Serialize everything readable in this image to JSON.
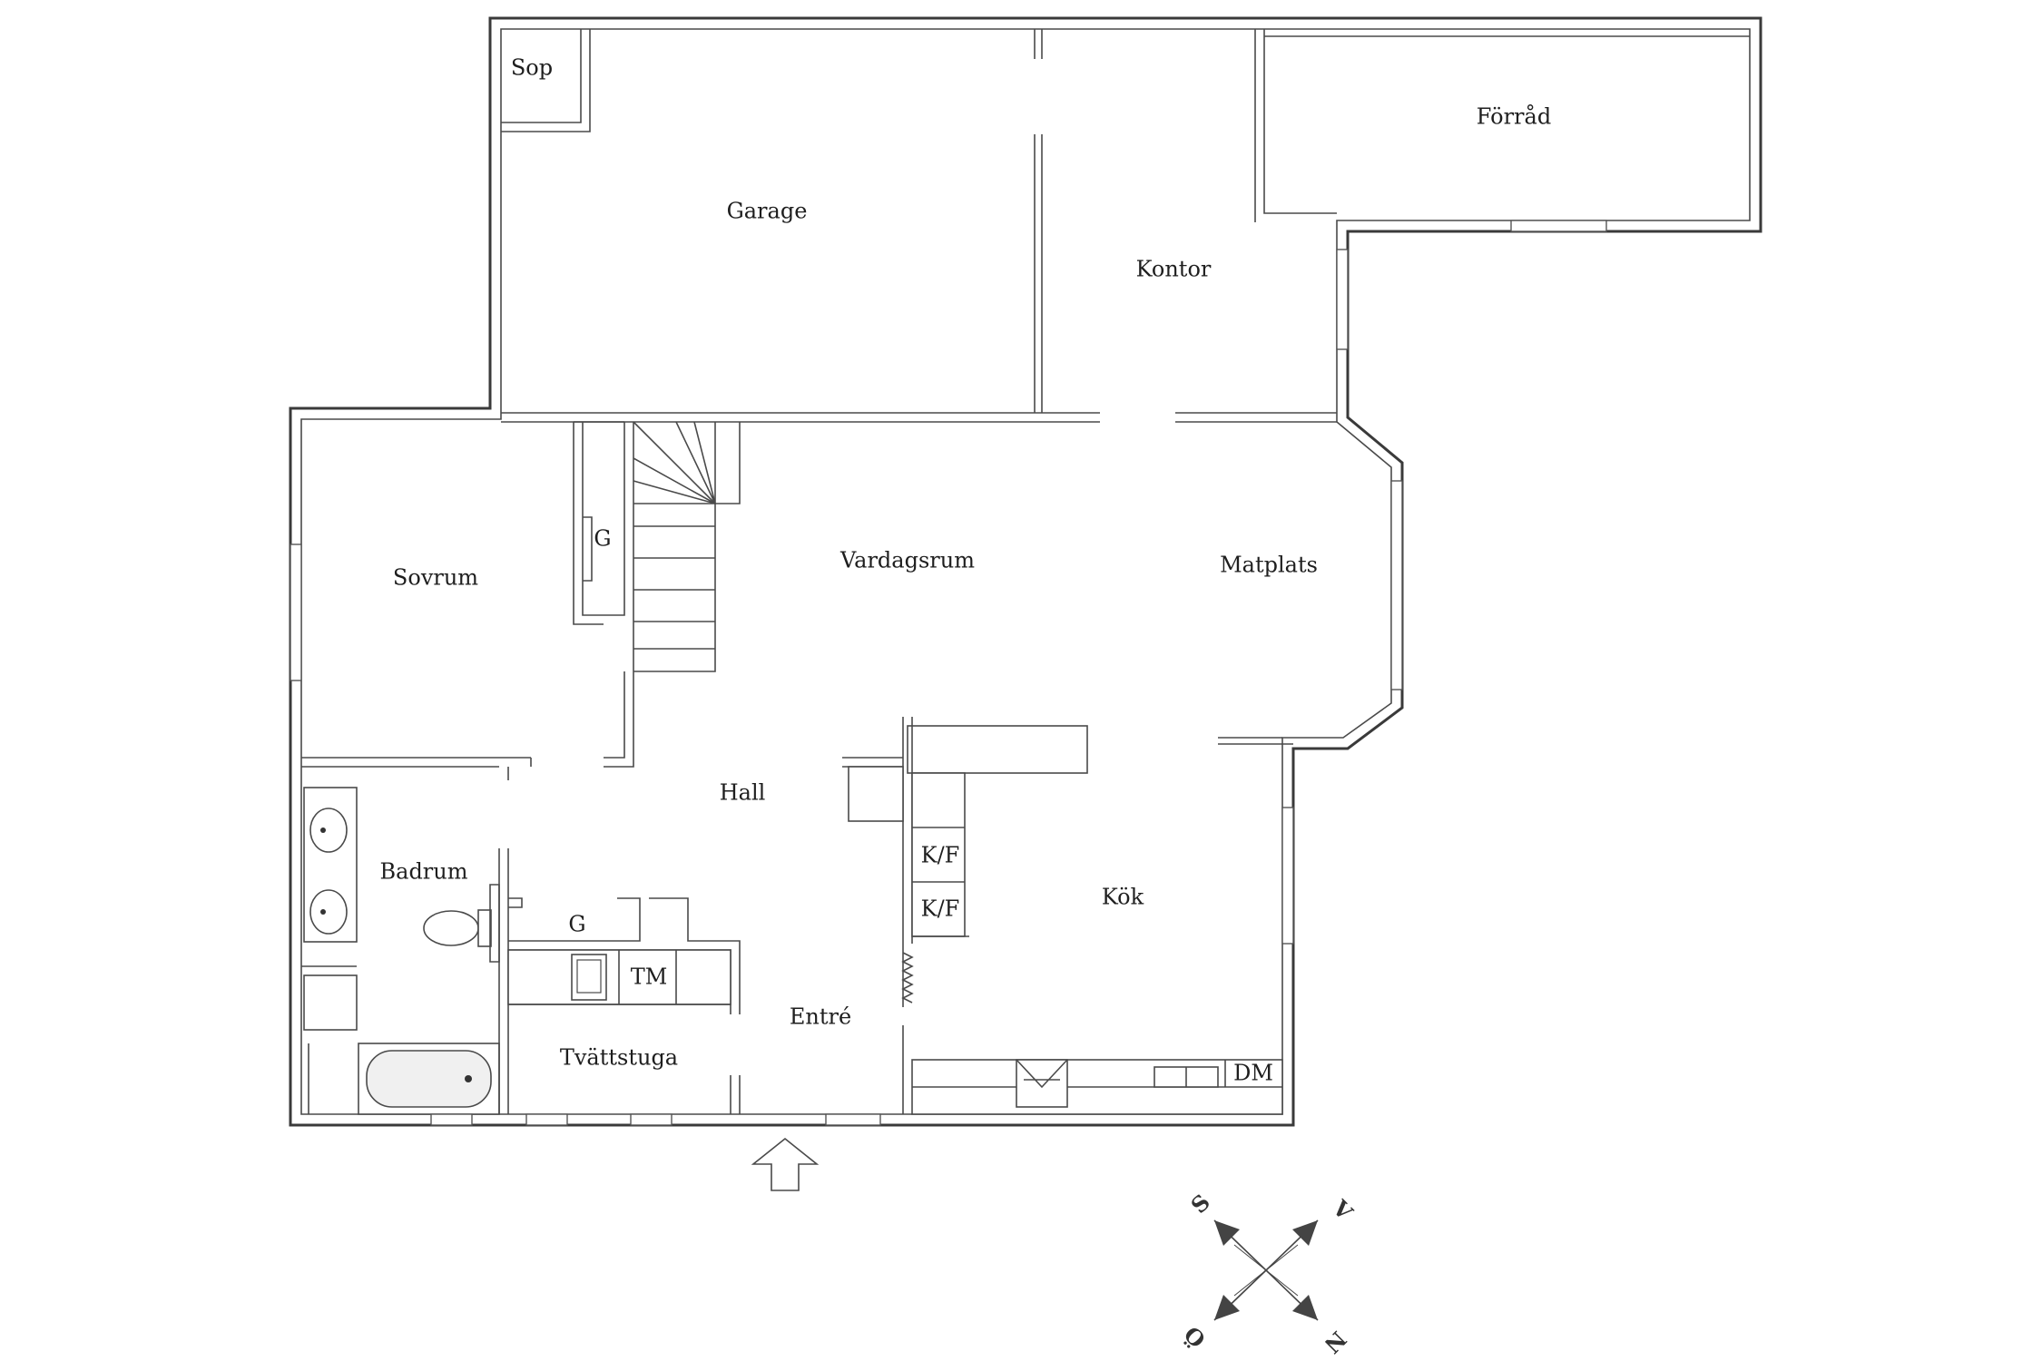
{
  "rooms": {
    "sop": "Sop",
    "garage": "Garage",
    "kontor": "Kontor",
    "forrad": "Förråd",
    "sovrum": "Sovrum",
    "g_upper": "G",
    "vardagsrum": "Vardagsrum",
    "matplats": "Matplats",
    "hall": "Hall",
    "badrum": "Badrum",
    "kf_1": "K/F",
    "kf_2": "K/F",
    "kok": "Kök",
    "g_lower": "G",
    "tm": "TM",
    "entre": "Entré",
    "tvattstuga": "Tvättstuga",
    "dm": "DM"
  },
  "compass": {
    "s": "S",
    "v": "V",
    "o": "Ö",
    "n": "N"
  },
  "colors": {
    "wall": "#3a3a3a",
    "text": "#1e1e1e",
    "background": "#ffffff"
  }
}
